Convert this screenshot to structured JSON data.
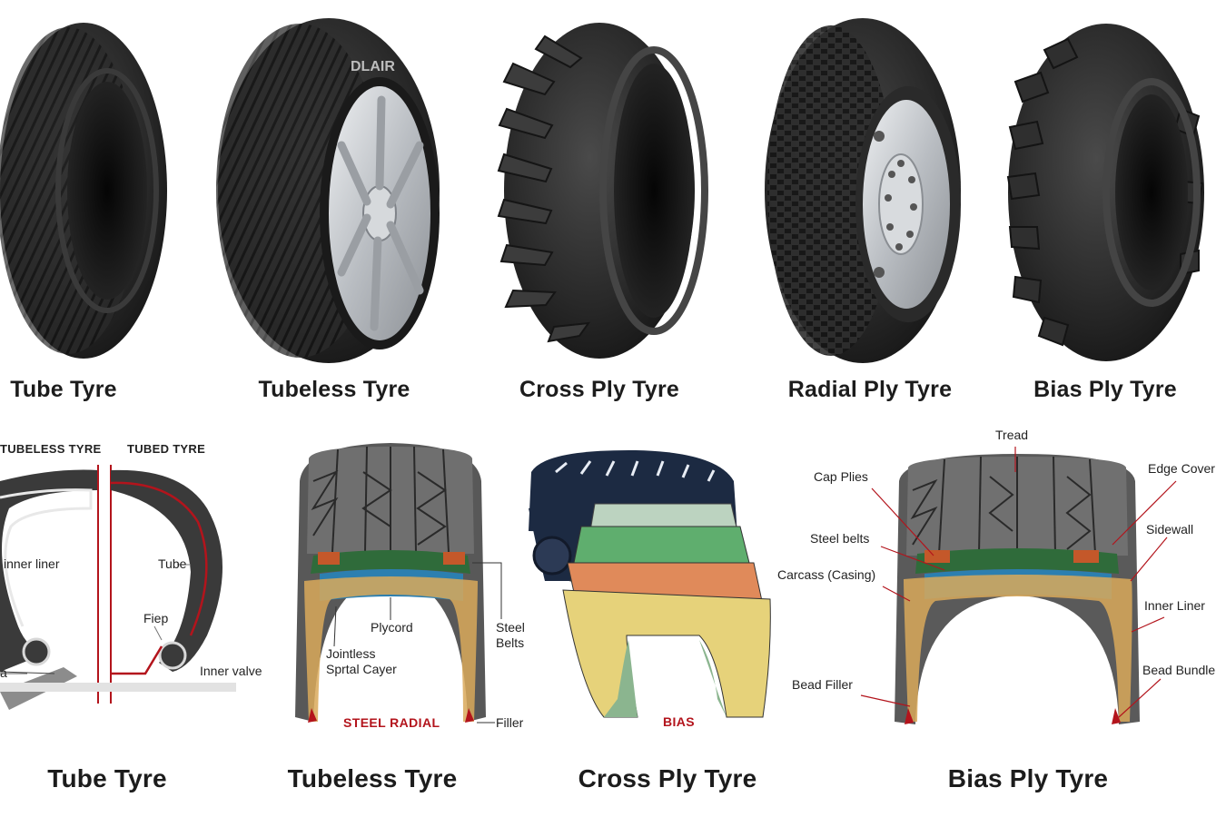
{
  "top_row": {
    "captions": [
      "Tube Tyre",
      "Tubeless Tyre",
      "Cross Ply Tyre",
      "Radial Ply Tyre",
      "Bias Ply Tyre"
    ],
    "sidewall_text": "DLAIR"
  },
  "tube_diagram": {
    "header_left": "TUBELESS TYRE",
    "header_right": "TUBED TYRE",
    "labels": {
      "inner_liner": "inner liner",
      "tube": "Tube",
      "flap": "Fiep",
      "inner_valve": "Inner valve",
      "rim": "a"
    }
  },
  "radial_diagram": {
    "labels": {
      "plycord": "Plycord",
      "jointless_line1": "Jointless",
      "jointless_line2": "Sprtal Cayer",
      "steel_belts_line1": "Steel",
      "steel_belts_line2": "Belts",
      "filler": "Filler"
    },
    "title": "STEEL RADIAL"
  },
  "bias_diagram": {
    "title": "BIAS"
  },
  "anatomy_diagram": {
    "labels": {
      "tread": "Tread",
      "cap_plies": "Cap Plies",
      "edge_cover": "Edge Cover",
      "steel_belts": "Steel belts",
      "sidewall": "Sidewall",
      "carcass": "Carcass (Casing)",
      "inner_liner": "Inner Liner",
      "bead_filler": "Bead Filler",
      "bead_bundle": "Bead Bundle"
    }
  },
  "bottom_row": {
    "captions": [
      "Tube Tyre",
      "Tubeless Tyre",
      "Cross Ply Tyre",
      "Bias Ply Tyre"
    ]
  },
  "colors": {
    "tyre_dark": "#1e1e1e",
    "tyre_mid": "#3b3b3b",
    "rim_silver": "#c9ccd0",
    "accent_red": "#b3141c",
    "belt_green": "#2f6b3a",
    "belt_blue": "#2c7fb0",
    "ply_tan": "#d9a95a"
  }
}
